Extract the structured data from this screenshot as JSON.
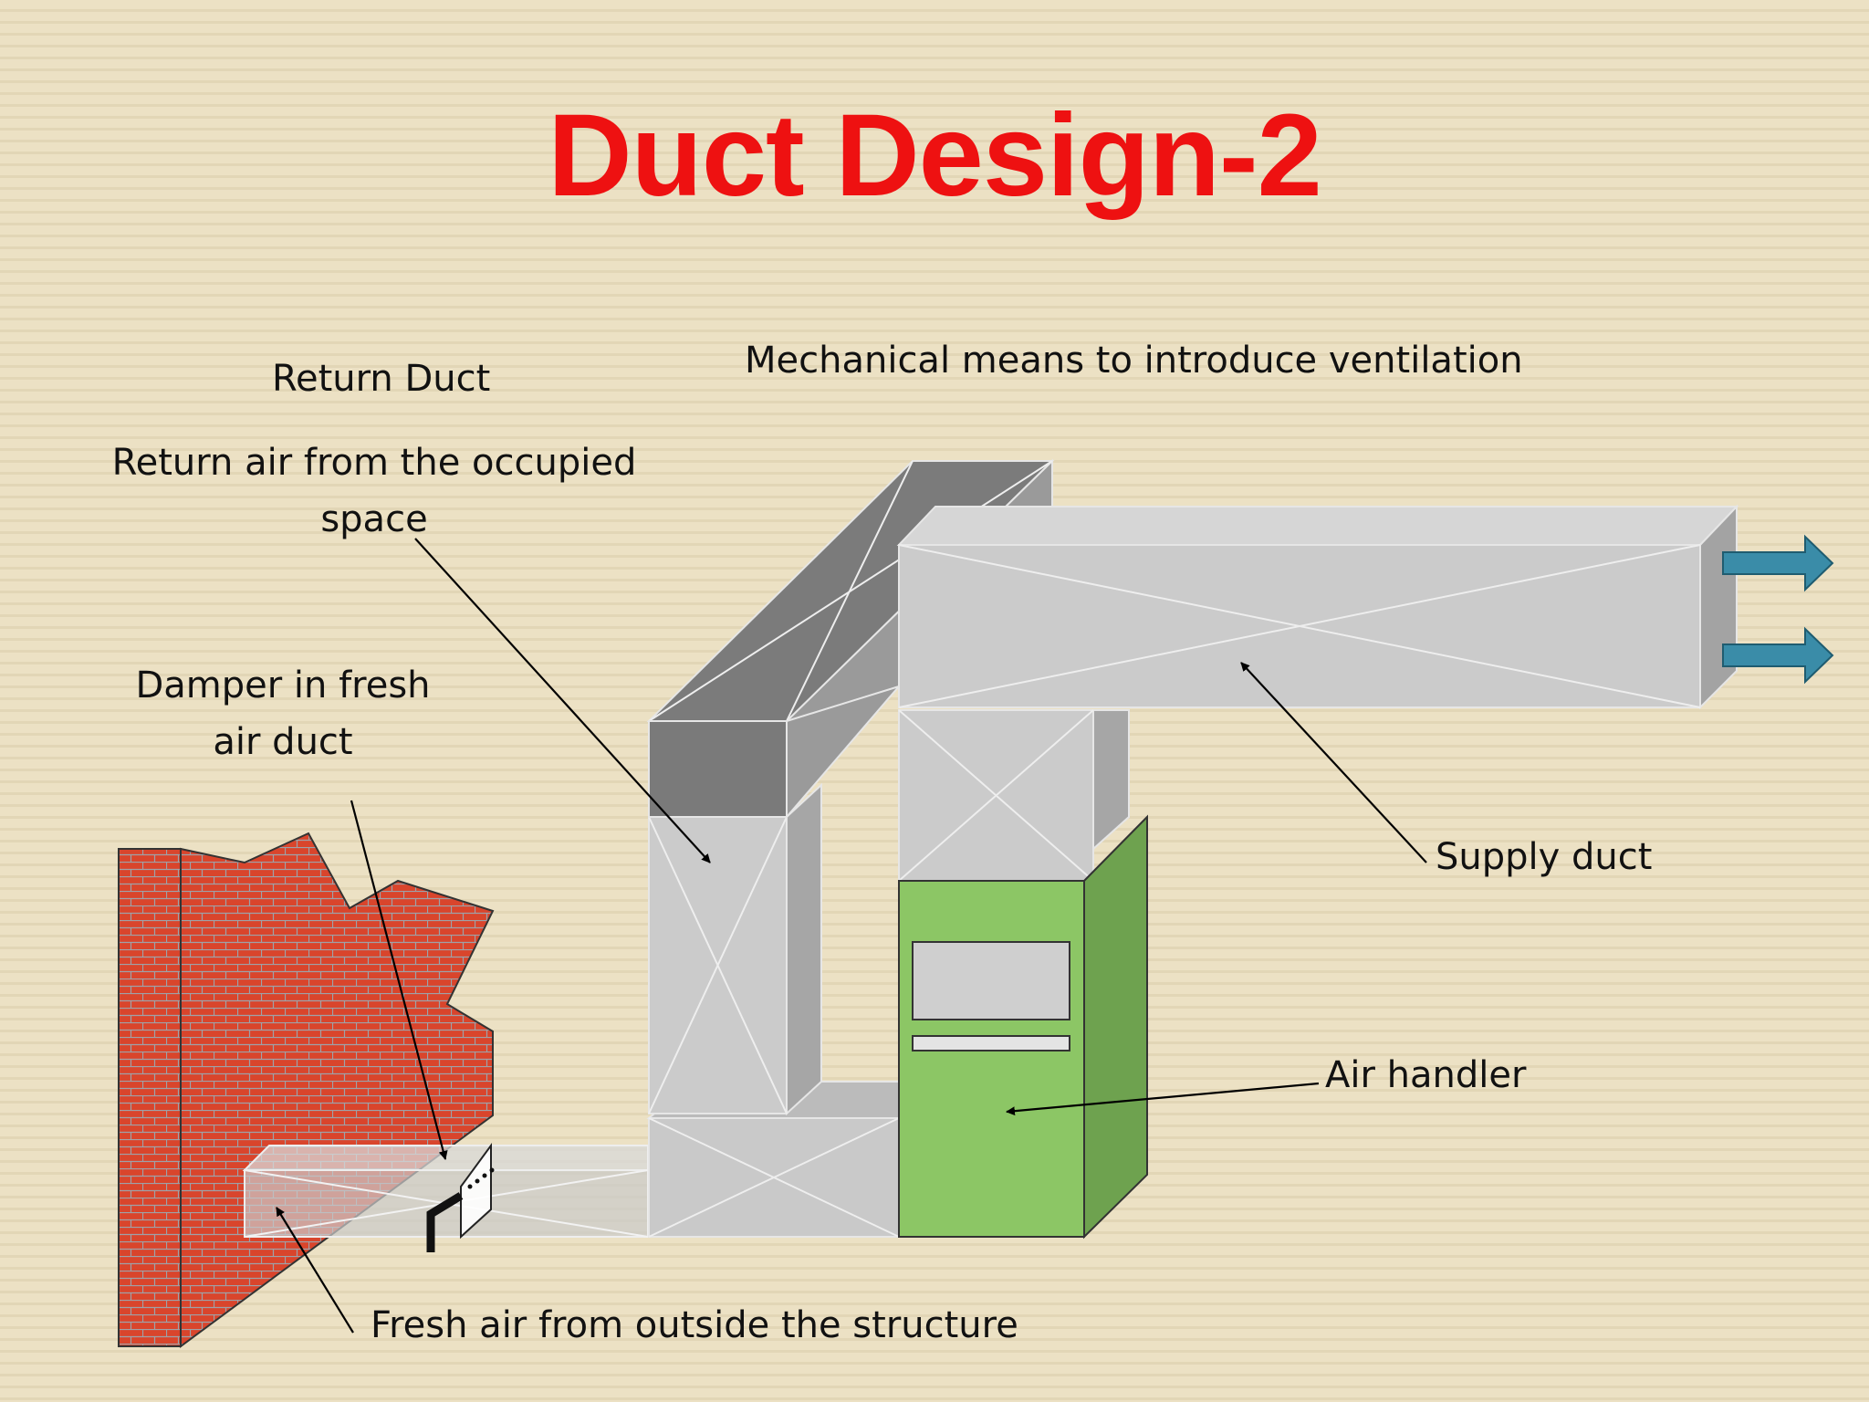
{
  "title": "Duct Design-2",
  "labels": {
    "mechanical": "Mechanical means to introduce ventilation",
    "return_duct": "Return Duct",
    "return_air_line1": "Return air from the occupied",
    "return_air_line2": "space",
    "damper_line1": "Damper in fresh",
    "damper_line2": "air duct",
    "supply_duct": "Supply duct",
    "air_handler": "Air handler",
    "fresh_air": "Fresh air from outside the structure"
  },
  "colors": {
    "title": "#ee1111",
    "duct_front": "#cbcbcb",
    "duct_side": "#a9a9a9",
    "return_dark": "#7b7b7b",
    "air_handler_front": "#8cc665",
    "air_handler_side": "#6ea24f",
    "brick": "#d9452c",
    "arrow": "#3a8ca8"
  }
}
